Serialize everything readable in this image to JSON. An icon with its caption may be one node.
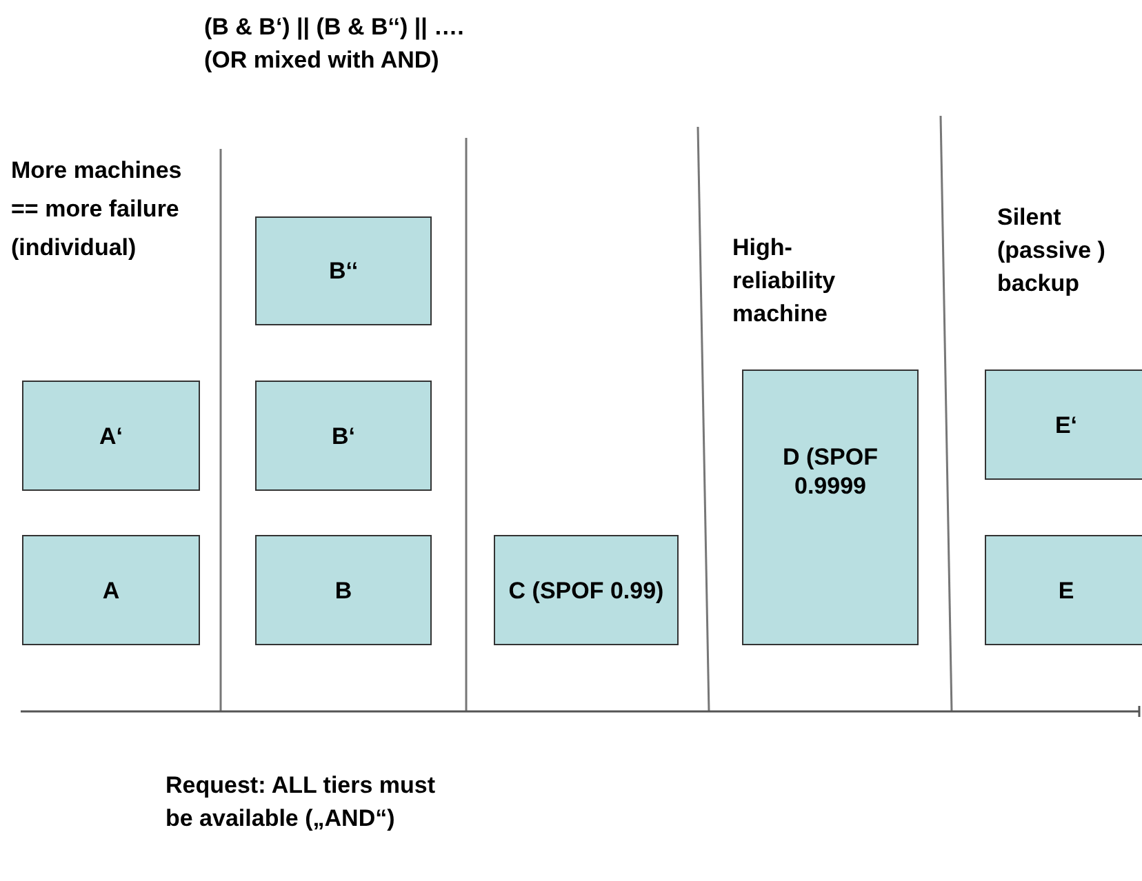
{
  "diagram": {
    "nodes": [
      {
        "text": [
          "A‘"
        ]
      },
      {
        "text": [
          "A"
        ]
      },
      {
        "text": [
          "B‘‘"
        ]
      },
      {
        "text": [
          "B‘"
        ]
      },
      {
        "text": [
          "B"
        ]
      },
      {
        "text": [
          "C (SPOF 0.99)"
        ]
      },
      {
        "text": [
          "D (SPOF 0.9999"
        ]
      },
      {
        "text": [
          "E‘"
        ]
      },
      {
        "text": [
          "E"
        ]
      }
    ],
    "labels": [
      "(B & B‘) || (B & B‘‘) || ….",
      "(OR mixed with AND)",
      "More machines == more failure (individual)",
      "High-reliability machine",
      "Silent (passive ) backup",
      "Request: ALL tiers must be available („AND“)"
    ]
  }
}
